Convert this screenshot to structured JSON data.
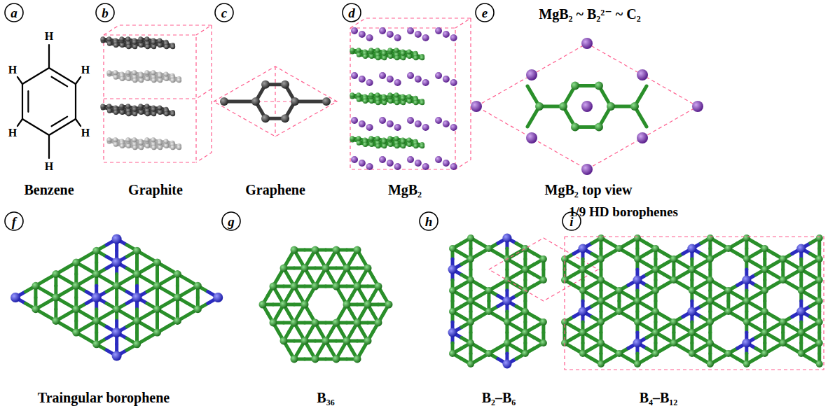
{
  "diagram": {
    "labels": [
      "a",
      "H",
      "H",
      "H",
      "H",
      "H",
      "H",
      "b",
      "c",
      "d",
      "e",
      "MgB₂ ~ B₂²⁻ ~ C₂",
      "Benzene",
      "Graphite",
      "Graphene",
      "MgB₂",
      "MgB₂ top view",
      "f",
      "g",
      "1/9 HD borophenes",
      "h",
      "i",
      "Traingular borophene",
      "B₃₆",
      "B₂–B₆",
      "B₄–B₁₂"
    ]
  }
}
